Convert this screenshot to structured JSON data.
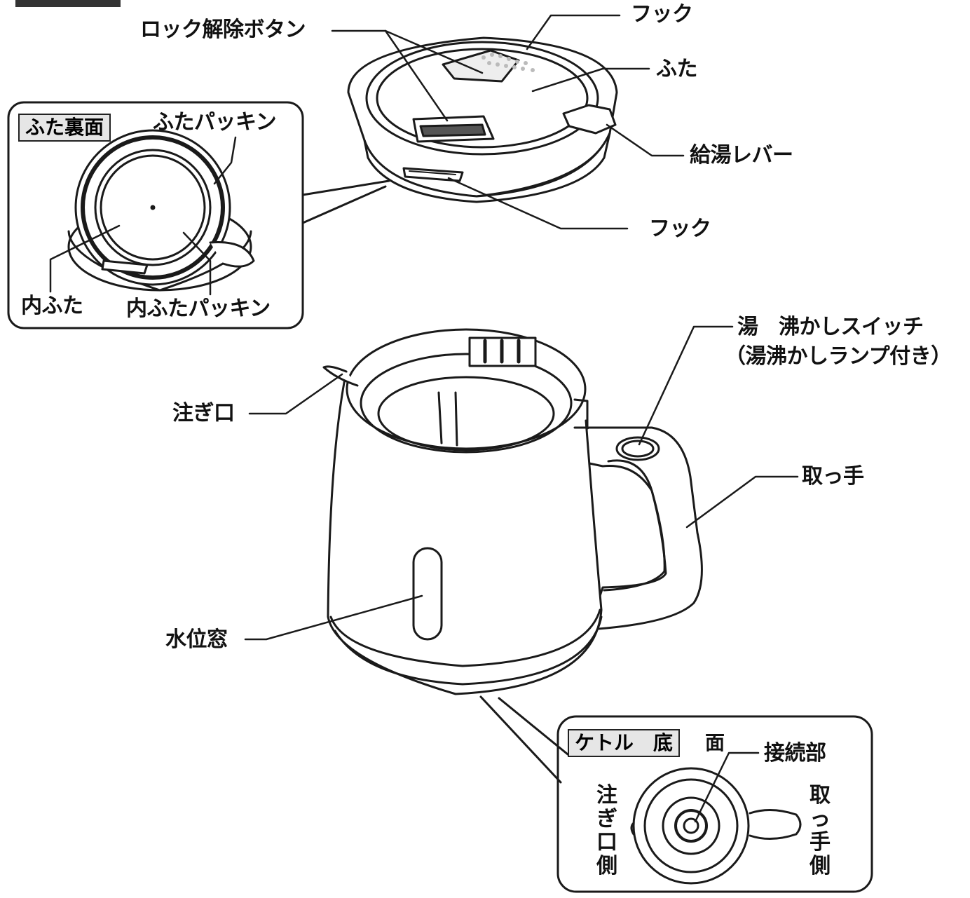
{
  "insets": {
    "lid_back": {
      "tag": "ふた裏面"
    },
    "kettle_bottom": {
      "tag": "ケトル　底",
      "tag_suffix": "面"
    }
  },
  "labels": {
    "lock_release_button": "ロック解除ボタン",
    "hook_top": "フック",
    "lid": "ふた",
    "pour_lever": "給湯レバー",
    "hook_bottom": "フック",
    "lid_packing": "ふたパッキン",
    "inner_lid": "内ふた",
    "inner_lid_packing": "内ふたパッキン",
    "boil_switch": "湯　沸かしスイッチ",
    "boil_switch_note": "（湯沸かしランプ付き）",
    "spout": "注ぎ口",
    "handle": "取っ手",
    "water_window": "水位窓",
    "connector": "接続部"
  },
  "side_labels": {
    "spout_side": [
      "注",
      "ぎ",
      "口",
      "側"
    ],
    "handle_side": [
      "取",
      "っ",
      "手",
      "側"
    ]
  },
  "colors": {
    "line": "#1a1a1a",
    "tag_bg": "#e6e6e6",
    "fill": "#ffffff"
  }
}
